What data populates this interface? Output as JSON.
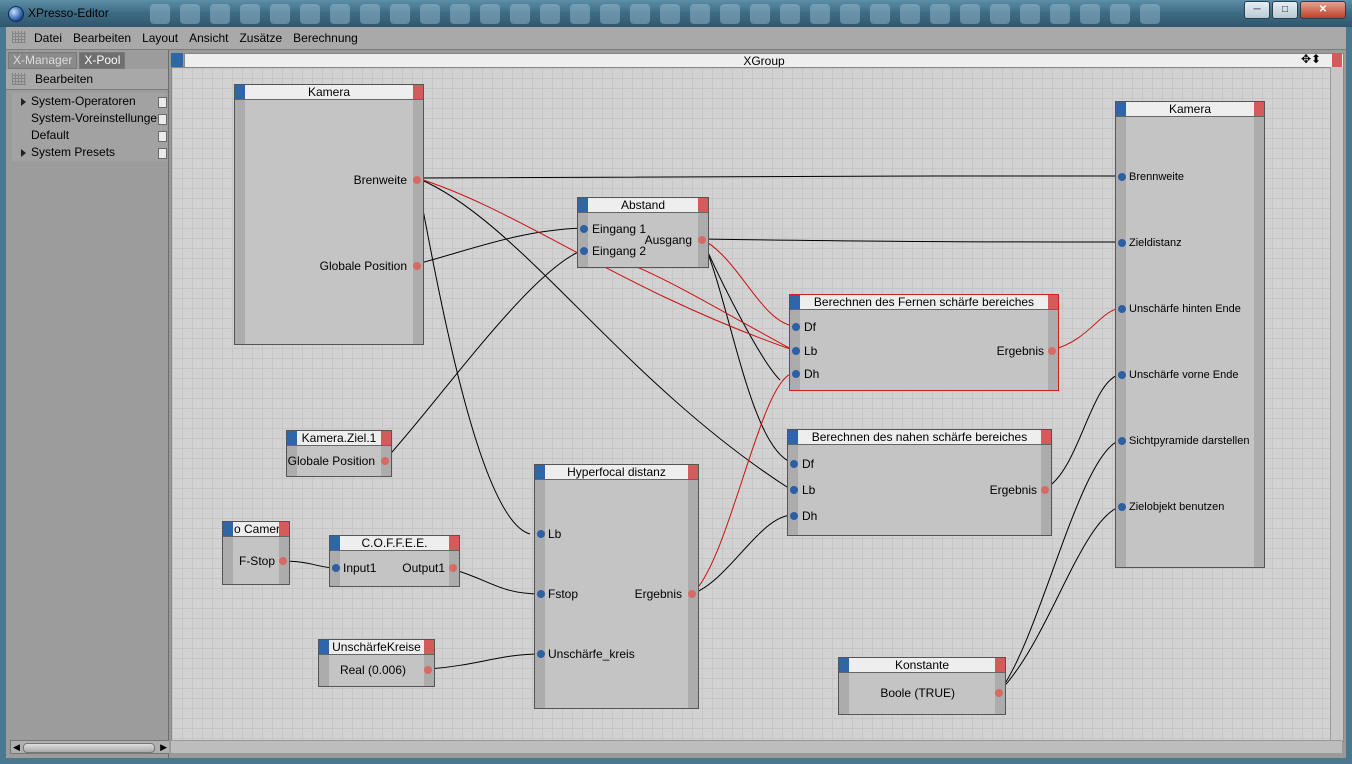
{
  "window": {
    "title": "XPresso-Editor"
  },
  "menu": [
    "Datei",
    "Bearbeiten",
    "Layout",
    "Ansicht",
    "Zusätze",
    "Berechnung"
  ],
  "left_panel": {
    "tabs": [
      "X-Manager",
      "X-Pool"
    ],
    "sub_menu": "Bearbeiten",
    "tree": [
      "System-Operatoren",
      "System-Voreinstellungen",
      "Default",
      "System Presets"
    ]
  },
  "graph": {
    "title": "XGroup",
    "nodes": {
      "kamera_src": {
        "title": "Kamera",
        "outputs": [
          "Brenweite",
          "Globale Position"
        ]
      },
      "abstand": {
        "title": "Abstand",
        "inputs": [
          "Eingang 1",
          "Eingang 2"
        ],
        "outputs": [
          "Ausgang"
        ]
      },
      "fernen": {
        "title": "Berechnen des Fernen schärfe bereiches",
        "inputs": [
          "Df",
          "Lb",
          "Dh"
        ],
        "outputs": [
          "Ergebnis"
        ]
      },
      "nahen": {
        "title": "Berechnen des nahen schärfe bereiches",
        "inputs": [
          "Df",
          "Lb",
          "Dh"
        ],
        "outputs": [
          "Ergebnis"
        ]
      },
      "kamera_dst": {
        "title": "Kamera",
        "inputs": [
          "Brennweite",
          "Zieldistanz",
          "Unschärfe hinten Ende",
          "Unschärfe vorne Ende",
          "Sichtpyramide darstellen",
          "Zielobjekt benutzen"
        ]
      },
      "kamera_ziel": {
        "title": "Kamera.Ziel.1",
        "outputs": [
          "Globale Position"
        ]
      },
      "hyperfocal": {
        "title": "Hyperfocal distanz",
        "inputs": [
          "Lb",
          "Fstop",
          "Unschärfe_kreis"
        ],
        "outputs": [
          "Ergebnis"
        ]
      },
      "camera_fstop": {
        "title": "o Camera",
        "outputs": [
          "F-Stop"
        ]
      },
      "coffee": {
        "title": "C.O.F.F.E.E.",
        "inputs": [
          "Input1"
        ],
        "outputs": [
          "Output1"
        ]
      },
      "unschaerfe": {
        "title": "UnschärfeKreise",
        "outputs": [
          "Real (0.006)"
        ]
      },
      "konstante": {
        "title": "Konstante",
        "outputs": [
          "Boole (TRUE)"
        ]
      }
    }
  },
  "colors": {
    "wire": "#000000",
    "wire_selected": "#cc1111",
    "input_port": "#2d5fa3",
    "output_port": "#d86a66"
  }
}
